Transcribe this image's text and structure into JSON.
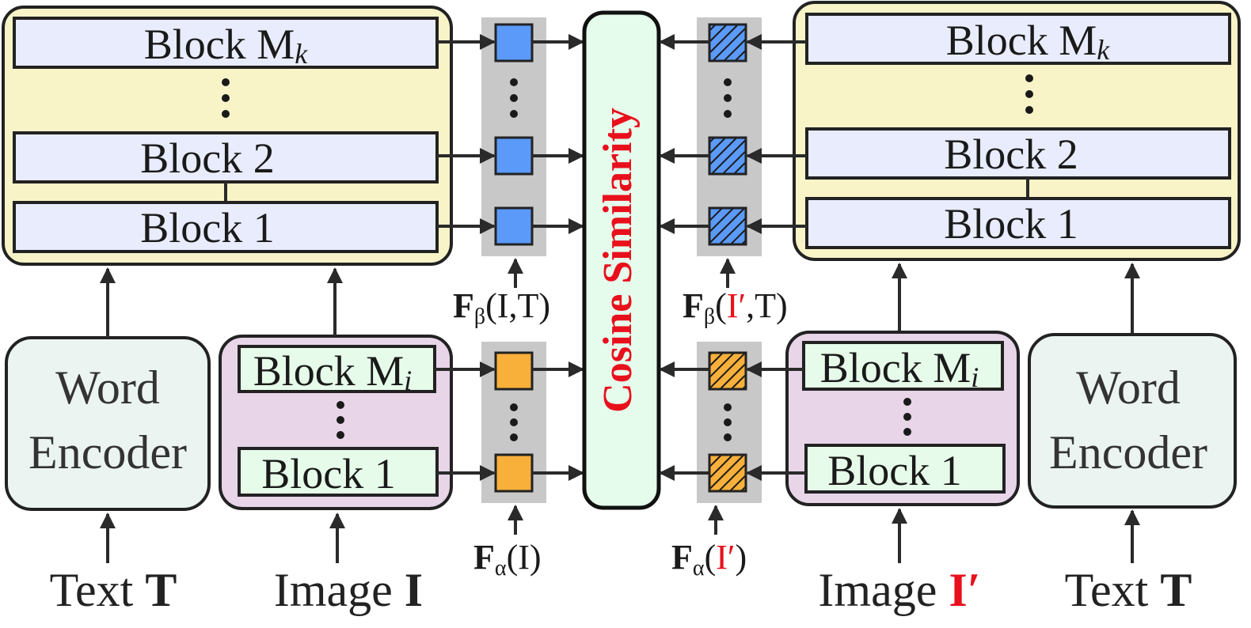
{
  "left": {
    "fusion_blocks": [
      {
        "base": "Block M",
        "sub": "k"
      },
      {
        "base": "Block 2",
        "sub": ""
      },
      {
        "base": "Block 1",
        "sub": ""
      }
    ],
    "image_blocks": [
      {
        "base": "Block M",
        "sub": "i"
      },
      {
        "base": "Block 1",
        "sub": ""
      }
    ],
    "word_encoder": {
      "line1": "Word",
      "line2": "Encoder"
    },
    "text_input": {
      "plain": "Text ",
      "bold": "T"
    },
    "image_input": {
      "plain": "Image ",
      "bold": "I"
    },
    "beta_label": {
      "F": "F",
      "sub": "β",
      "pre": "(",
      "arg1": "I",
      "comma": ",",
      "arg2": "T",
      "post": ")"
    },
    "alpha_label": {
      "F": "F",
      "sub": "α",
      "pre": "(",
      "arg": "I",
      "post": ")"
    }
  },
  "right": {
    "fusion_blocks": [
      {
        "base": "Block M",
        "sub": "k"
      },
      {
        "base": "Block 2",
        "sub": ""
      },
      {
        "base": "Block 1",
        "sub": ""
      }
    ],
    "image_blocks": [
      {
        "base": "Block M",
        "sub": "i"
      },
      {
        "base": "Block 1",
        "sub": ""
      }
    ],
    "word_encoder": {
      "line1": "Word",
      "line2": "Encoder"
    },
    "text_input": {
      "plain": "Text ",
      "bold": "T"
    },
    "image_input": {
      "plain": "Image ",
      "bold": "I′"
    },
    "beta_label": {
      "F": "F",
      "sub": "β",
      "pre": "(",
      "arg1": "I′",
      "comma": ",",
      "arg2": "T",
      "post": ")"
    },
    "alpha_label": {
      "F": "F",
      "sub": "α",
      "pre": "(",
      "arg": "I′",
      "post": ")"
    }
  },
  "center": {
    "label": "Cosine Similarity"
  },
  "colors": {
    "fusion_panel": "#f8f4c8",
    "image_panel": "#e8d5e8",
    "block_blue": "#e8ecfc",
    "block_green": "#e6fbe9",
    "encoder_fill": "#ebf4f0",
    "feature_blue": "#5b9af9",
    "feature_orange": "#f9b03b",
    "gray_column": "#c8c8c8",
    "cosine_fill": "#e5fcec",
    "accent_red": "#e8101c"
  }
}
